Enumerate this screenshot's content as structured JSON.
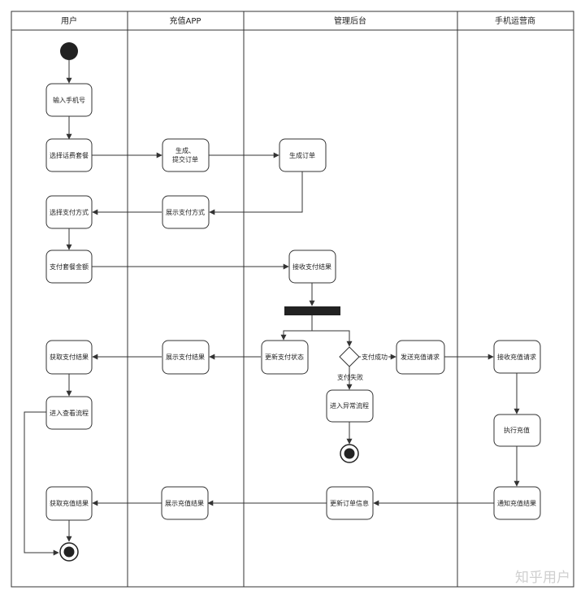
{
  "lanes": [
    {
      "id": "user",
      "title": "用户"
    },
    {
      "id": "app",
      "title": "充值APP"
    },
    {
      "id": "backend",
      "title": "管理后台"
    },
    {
      "id": "operator",
      "title": "手机运营商"
    }
  ],
  "nodes": {
    "input_phone": "输入手机号",
    "select_plan": "选择话费套餐",
    "gen_order_line1": "生成、",
    "gen_order_line2": "提交订单",
    "create_order": "生成订单",
    "select_payment": "选择支付方式",
    "show_payment": "展示支付方式",
    "pay_amount": "支付套餐金额",
    "receive_pay_result": "接收支付结果",
    "get_pay_result": "获取支付结果",
    "show_pay_result": "展示支付结果",
    "update_pay_status": "更新支付状态",
    "send_recharge_req": "发送充值请求",
    "receive_recharge_req": "接收充值请求",
    "enter_view_flow": "进入查看流程",
    "enter_error_flow": "进入异常流程",
    "execute_recharge": "执行充值",
    "get_recharge_result": "获取充值结果",
    "show_recharge_result": "展示充值结果",
    "update_order_info": "更新订单信息",
    "notify_recharge_result": "通知充值结果"
  },
  "edge_labels": {
    "pay_success": "支付成功",
    "pay_fail": "支付失败"
  },
  "watermark": "知乎用户"
}
